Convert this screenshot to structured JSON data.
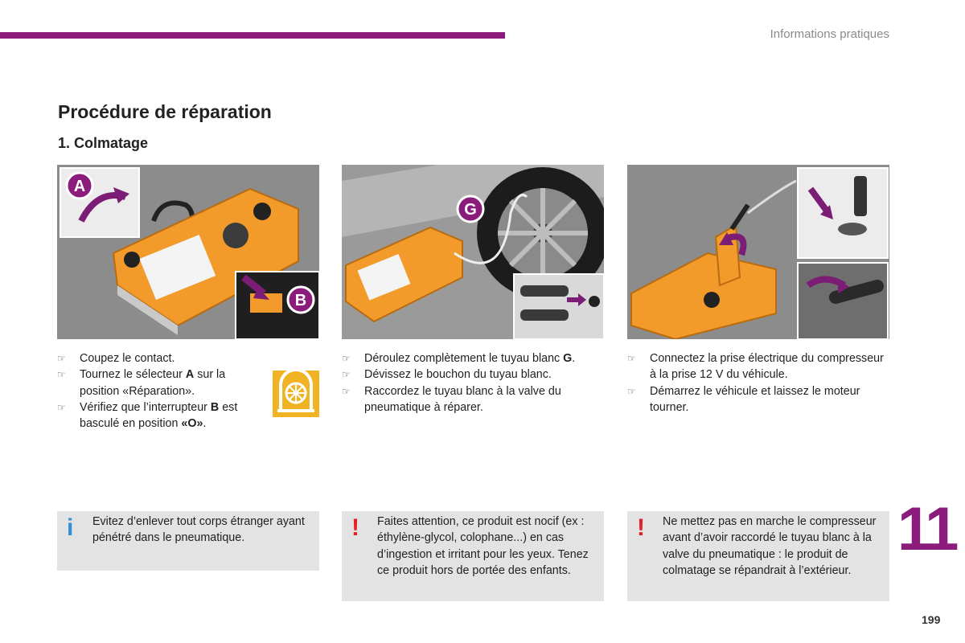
{
  "header": {
    "section": "Informations pratiques"
  },
  "title": "Procédure de réparation",
  "subtitle": "1. Colmatage",
  "photo_labels": {
    "a": "A",
    "b": "B",
    "g": "G"
  },
  "columns": [
    {
      "steps": [
        {
          "parts": [
            "Coupez le contact."
          ]
        },
        {
          "parts": [
            "Tournez le sélecteur ",
            "A",
            " sur la position «Réparation»."
          ]
        },
        {
          "parts": [
            "Vérifiez que l’interrupteur ",
            "B",
            " est basculé en position ",
            "«O»",
            "."
          ]
        }
      ]
    },
    {
      "steps": [
        {
          "parts": [
            "Déroulez complètement le tuyau blanc ",
            "G",
            "."
          ]
        },
        {
          "parts": [
            "Dévissez le bouchon du tuyau blanc."
          ]
        },
        {
          "parts": [
            "Raccordez le tuyau blanc à la valve du pneumatique à réparer."
          ]
        }
      ]
    },
    {
      "steps": [
        {
          "parts": [
            "Connectez la prise électrique du compresseur à la prise 12 V du véhicule."
          ]
        },
        {
          "parts": [
            "Démarrez le véhicule et laissez le moteur tourner."
          ]
        }
      ]
    }
  ],
  "notes": [
    {
      "type": "info",
      "icon": "i",
      "text": "Evitez d’enlever tout corps étranger ayant pénétré dans le pneumatique."
    },
    {
      "type": "warning",
      "icon": "!",
      "text": "Faites attention, ce produit est nocif (ex : éthylène-glycol, colophane...) en cas d’ingestion et irritant pour les yeux. Tenez ce produit hors de portée des enfants."
    },
    {
      "type": "warning",
      "icon": "!",
      "text": "Ne mettez pas en marche le compresseur avant d’avoir raccordé le tuyau blanc à la valve du pneumatique : le produit de colmatage se répandrait à l’extérieur."
    }
  ],
  "chapter_number": "11",
  "page_number": "199",
  "colors": {
    "accent": "#8b1c7c",
    "info": "#2f8fd8",
    "warning": "#e31e24",
    "compressor": "#f29b2a",
    "note_bg": "#e3e3e3",
    "icon_bg": "#f0b323"
  }
}
